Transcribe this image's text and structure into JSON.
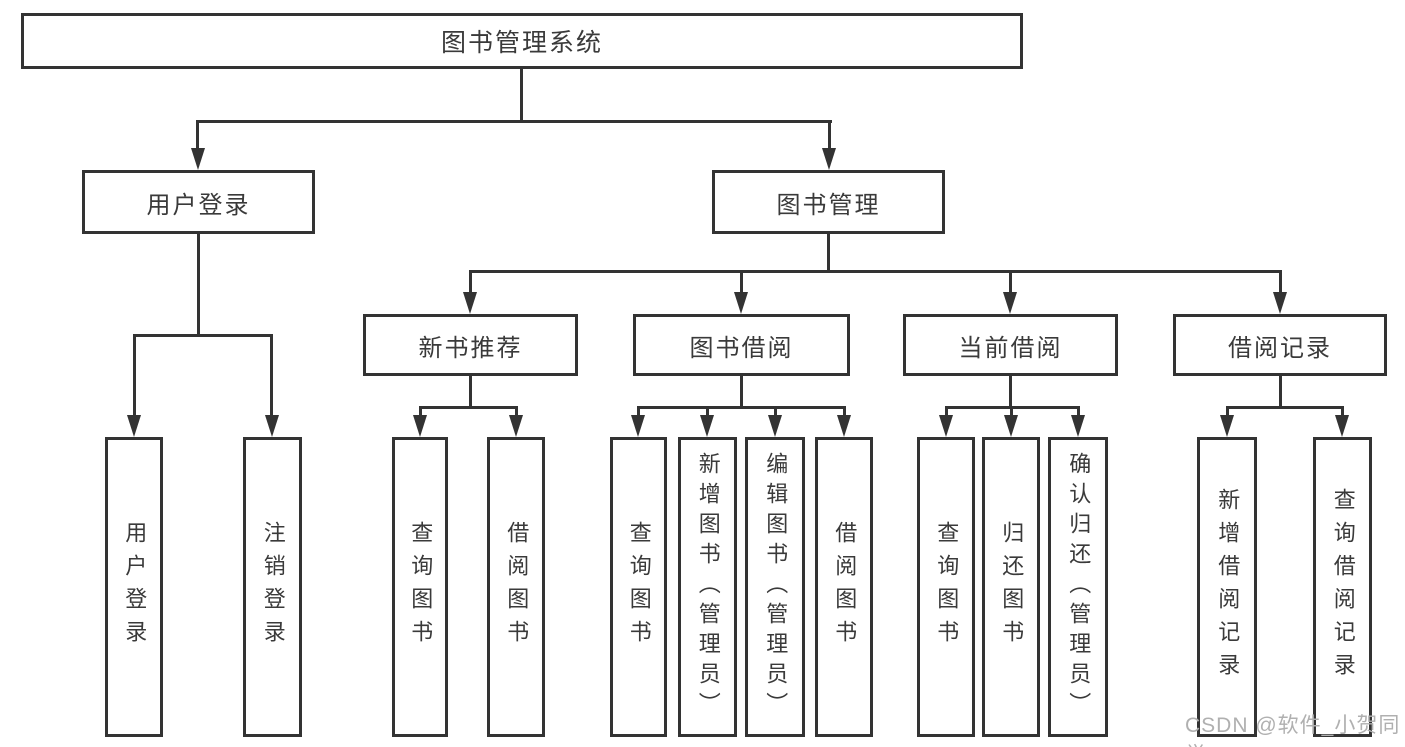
{
  "diagram": {
    "title": "图书管理系统",
    "level2": [
      {
        "label": "用户登录"
      },
      {
        "label": "图书管理"
      }
    ],
    "level3": [
      {
        "label": "新书推荐",
        "parent": "图书管理"
      },
      {
        "label": "图书借阅",
        "parent": "图书管理"
      },
      {
        "label": "当前借阅",
        "parent": "图书管理"
      },
      {
        "label": "借阅记录",
        "parent": "图书管理"
      }
    ],
    "leaves": [
      {
        "label": "用户登录",
        "parent": "用户登录"
      },
      {
        "label": "注销登录",
        "parent": "用户登录"
      },
      {
        "label": "查询图书",
        "parent": "新书推荐"
      },
      {
        "label": "借阅图书",
        "parent": "新书推荐"
      },
      {
        "label": "查询图书",
        "parent": "图书借阅"
      },
      {
        "label": "新增图书（管理员）",
        "parent": "图书借阅"
      },
      {
        "label": "编辑图书（管理员）",
        "parent": "图书借阅"
      },
      {
        "label": "借阅图书",
        "parent": "图书借阅"
      },
      {
        "label": "查询图书",
        "parent": "当前借阅"
      },
      {
        "label": "归还图书",
        "parent": "当前借阅"
      },
      {
        "label": "确认归还（管理员）",
        "parent": "当前借阅"
      },
      {
        "label": "新增借阅记录",
        "parent": "借阅记录"
      },
      {
        "label": "查询借阅记录",
        "parent": "借阅记录"
      }
    ],
    "watermark": "CSDN @软件_小贺同学",
    "colors": {
      "line": "#333333",
      "text": "#3a3a3a",
      "watermark": "#b0b0b0",
      "background": "#ffffff"
    }
  }
}
